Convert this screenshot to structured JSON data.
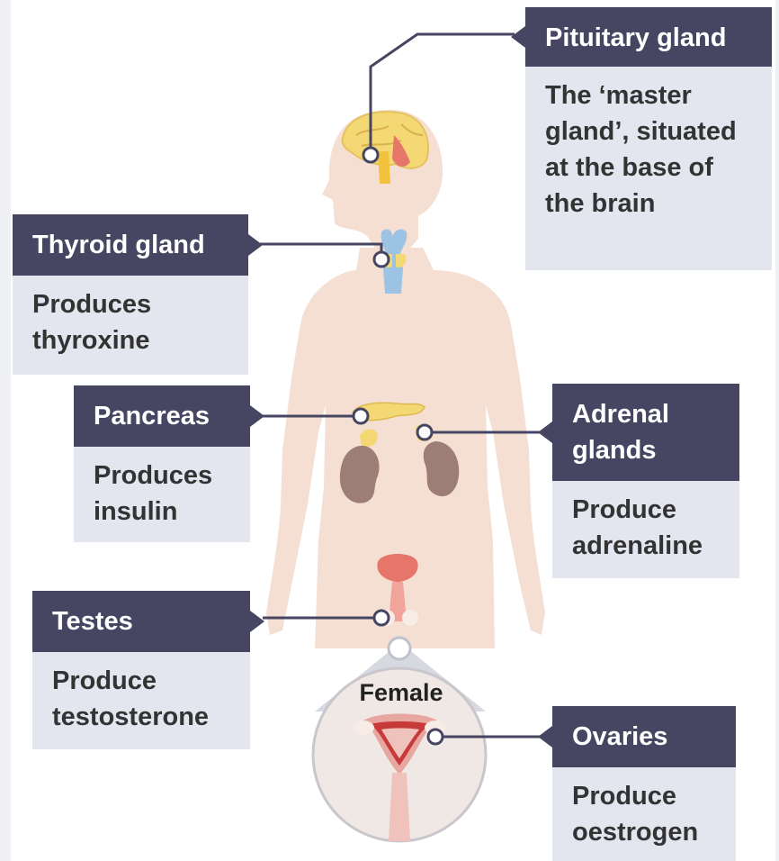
{
  "labels": {
    "pituitary": {
      "title": "Pituitary gland",
      "description": "The ‘master gland’, situated at the base of the brain"
    },
    "thyroid": {
      "title": "Thyroid gland",
      "description": "Produces thyroxine"
    },
    "pancreas": {
      "title": "Pancreas",
      "description": "Produces insulin"
    },
    "adrenal": {
      "title": "Adrenal glands",
      "description": "Produce adrenaline"
    },
    "testes": {
      "title": "Testes",
      "description": "Produce testosterone"
    },
    "ovaries": {
      "title": "Ovaries",
      "description": "Produce oestrogen"
    }
  },
  "inset_label": "Female",
  "colors": {
    "header_bg": "#474662",
    "description_bg": "#e3e6ef",
    "body_skin": "#f5dfd3",
    "thyroid": "#9cc3e4",
    "kidney": "#9c7e77",
    "gland_yellow": "#f3d873",
    "connector": "#474662"
  }
}
